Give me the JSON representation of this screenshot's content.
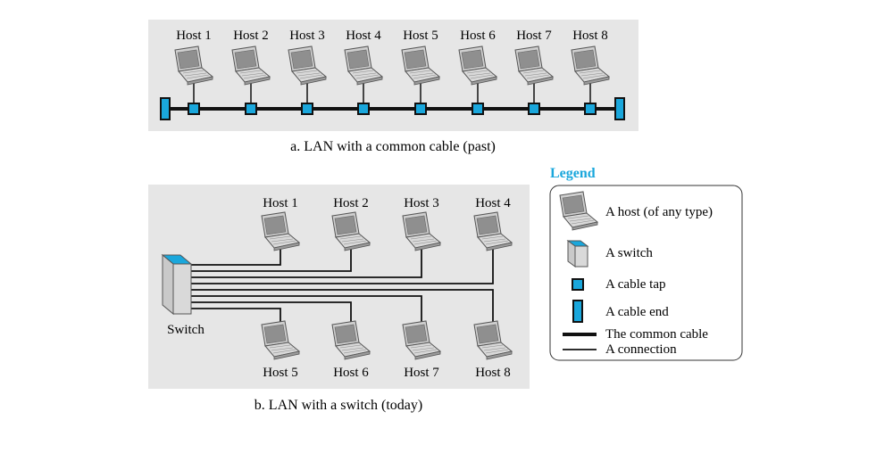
{
  "panel_a": {
    "hosts": [
      "Host 1",
      "Host 2",
      "Host 3",
      "Host 4",
      "Host 5",
      "Host 6",
      "Host 7",
      "Host 8"
    ],
    "caption": "a. LAN with a common cable (past)"
  },
  "panel_b": {
    "top_hosts": [
      "Host 1",
      "Host 2",
      "Host 3",
      "Host 4"
    ],
    "bottom_hosts": [
      "Host 5",
      "Host 6",
      "Host 7",
      "Host 8"
    ],
    "switch_label": "Switch",
    "caption": "b. LAN with a switch (today)"
  },
  "legend": {
    "title": "Legend",
    "items": [
      {
        "icon": "laptop-icon",
        "label": "A host (of any type)"
      },
      {
        "icon": "switch-icon",
        "label": "A switch"
      },
      {
        "icon": "cable-tap-icon",
        "label": "A cable tap"
      },
      {
        "icon": "cable-end-icon",
        "label": "A cable end"
      },
      {
        "icon": "thick-line-icon",
        "label": "The common cable"
      },
      {
        "icon": "thin-line-icon",
        "label": "A connection"
      }
    ]
  },
  "colors": {
    "panel_bg": "#e6e6e6",
    "accent_blue": "#1aa7dc",
    "legend_title": "#1aa7dc",
    "cable": "#111111"
  }
}
